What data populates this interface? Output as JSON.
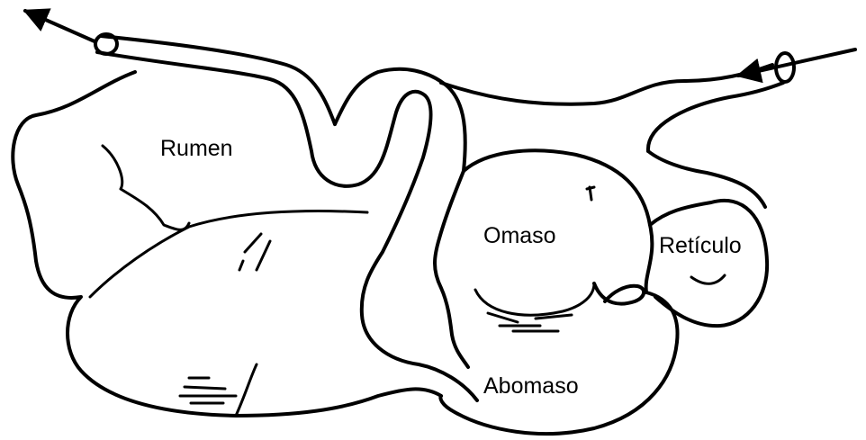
{
  "diagram": {
    "labels": {
      "rumen": "Rumen",
      "omaso": "Omaso",
      "reticulo": "Retículo",
      "abomaso": "Abomaso"
    }
  }
}
